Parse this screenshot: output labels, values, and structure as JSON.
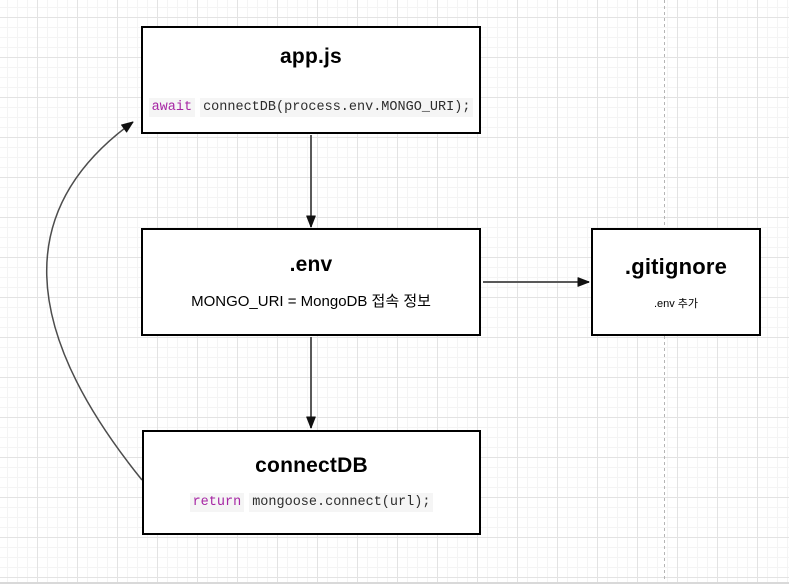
{
  "diagram": {
    "type": "flow-diagram",
    "nodes": [
      {
        "id": "appjs",
        "title": "app.js",
        "code": {
          "keyword": "await",
          "rest": "connectDB(process.env.MONGO_URI);"
        }
      },
      {
        "id": "env",
        "title": ".env",
        "subtitle": "MONGO_URI = MongoDB 접속 정보"
      },
      {
        "id": "gitignore",
        "title": ".gitignore",
        "subtitle": ".env 추가"
      },
      {
        "id": "connectdb",
        "title": "connectDB",
        "code": {
          "keyword": "return",
          "rest": "mongoose.connect(url);"
        }
      }
    ],
    "edges": [
      {
        "from": "app.js",
        "to": ".env"
      },
      {
        "from": ".env",
        "to": ".gitignore"
      },
      {
        "from": ".env",
        "to": "connectDB"
      },
      {
        "from": "connectDB",
        "to": "app.js"
      }
    ],
    "colors": {
      "node_border": "#000000",
      "node_background": "#ffffff",
      "arrow_shaft": "#595959",
      "arrowhead": "#111111",
      "code_keyword": "#a626a4",
      "code_text": "#2d2d2d",
      "code_background": "#f5f5f5",
      "grid_major": "#e3e3e3",
      "grid_minor": "#f4f4f4",
      "page_break_line": "#b5b5b5"
    }
  }
}
